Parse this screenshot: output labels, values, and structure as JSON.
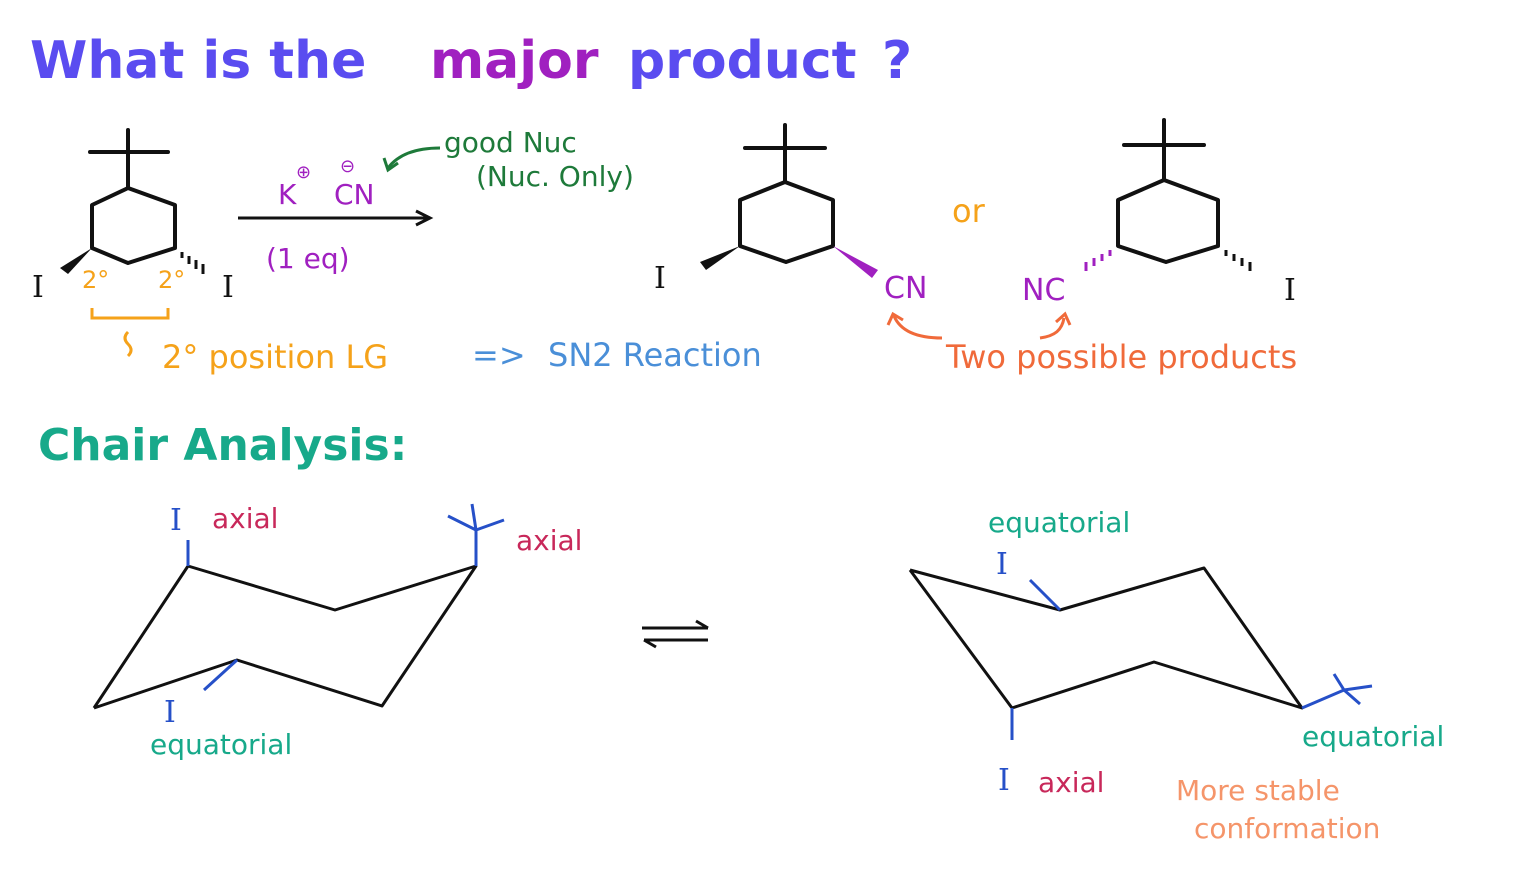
{
  "title": {
    "part1": "What is the",
    "part2": "major",
    "part3": "product",
    "question": "?"
  },
  "reaction": {
    "reagent_cation": "K",
    "reagent_anion": "CN",
    "plus_charge": "⊕",
    "minus_charge": "⊖",
    "conditions": "(1 eq)",
    "nuc_note_line1": "good Nuc",
    "nuc_note_line2": "(Nuc. Only)",
    "secondary_label": "2°",
    "position_note": "2° position LG",
    "implies": "=>",
    "reaction_type": "SN2 Reaction",
    "or_label": "or",
    "products_note": "Two possible products"
  },
  "atoms": {
    "iodine": "I",
    "cyano": "CN",
    "isocyano_written": "NC"
  },
  "chair_analysis": {
    "heading": "Chair Analysis:",
    "left_chair": {
      "label_i_axial": "axial",
      "label_tbu_axial": "axial",
      "label_i_equatorial": "equatorial"
    },
    "right_chair": {
      "label_i_equatorial": "equatorial",
      "label_tbu_equatorial": "equatorial",
      "label_i_axial": "axial",
      "stability_line1": "More stable",
      "stability_line2": "conformation"
    },
    "equilibrium_symbol": "⇌"
  },
  "colors": {
    "title_blue": "#5a4cf0",
    "major_purple": "#a020c0",
    "nuc_green": "#1e7a3a",
    "reagent_purple": "#a020c0",
    "orange": "#f5a21a",
    "sn2_blue": "#4a8fd8",
    "red_orange": "#f06a3a",
    "teal": "#17a98a",
    "axial_red": "#c8285a",
    "iodine_blue": "#2650c8",
    "salmon": "#f5956a",
    "black": "#111111"
  }
}
